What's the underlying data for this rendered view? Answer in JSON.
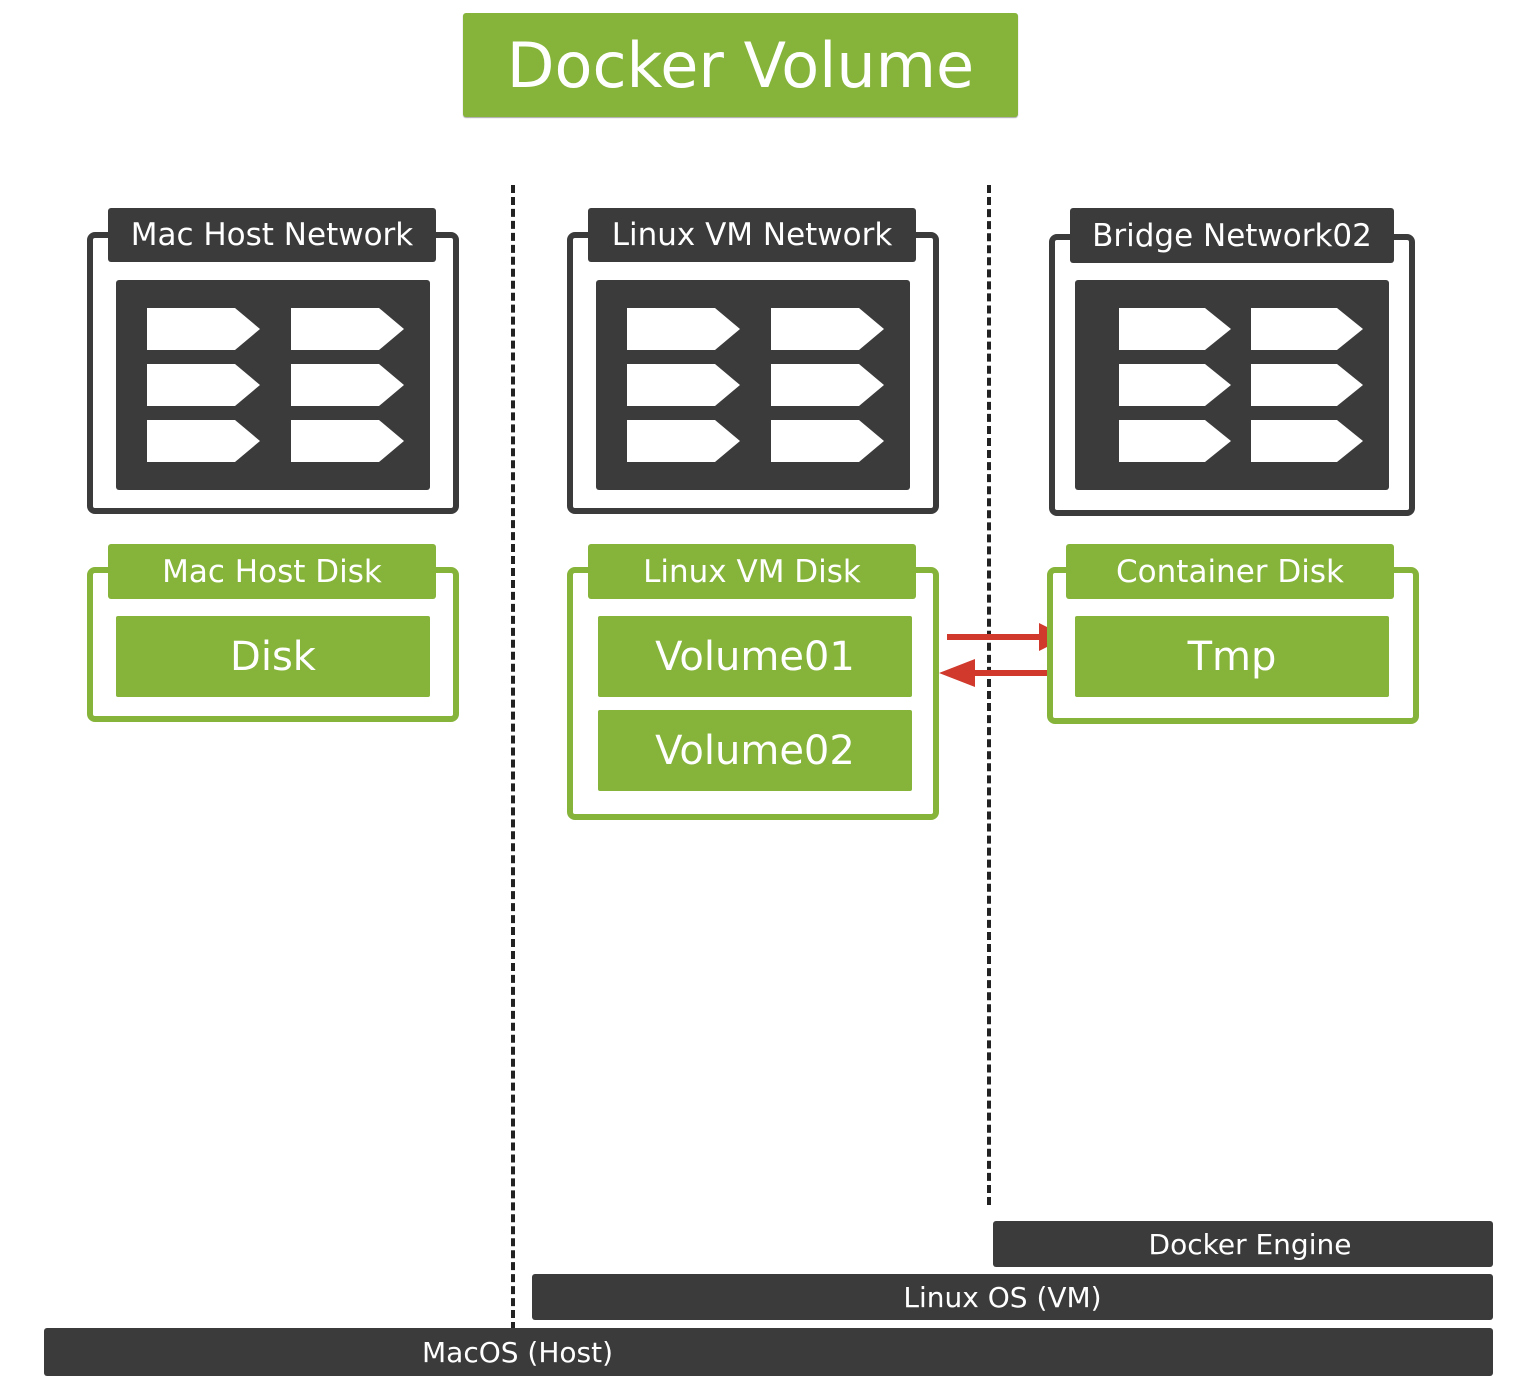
{
  "title": "Docker Volume",
  "columns": [
    {
      "network_label": "Mac Host Network",
      "disk_label": "Mac Host Disk",
      "disk_items": [
        "Disk"
      ]
    },
    {
      "network_label": "Linux VM Network",
      "disk_label": "Linux VM Disk",
      "disk_items": [
        "Volume01",
        "Volume02"
      ]
    },
    {
      "network_label": "Bridge Network02",
      "disk_label": "Container Disk",
      "disk_items": [
        "Tmp"
      ]
    }
  ],
  "layers": {
    "docker_engine": "Docker Engine",
    "linux_os": "Linux OS (VM)",
    "macos": "MacOS (Host)"
  },
  "colors": {
    "accent_green": "#86b43a",
    "dark": "#3b3b3b",
    "arrow_red": "#d0392b"
  },
  "icons": [
    "server-rack-icon",
    "double-arrow-icon"
  ]
}
